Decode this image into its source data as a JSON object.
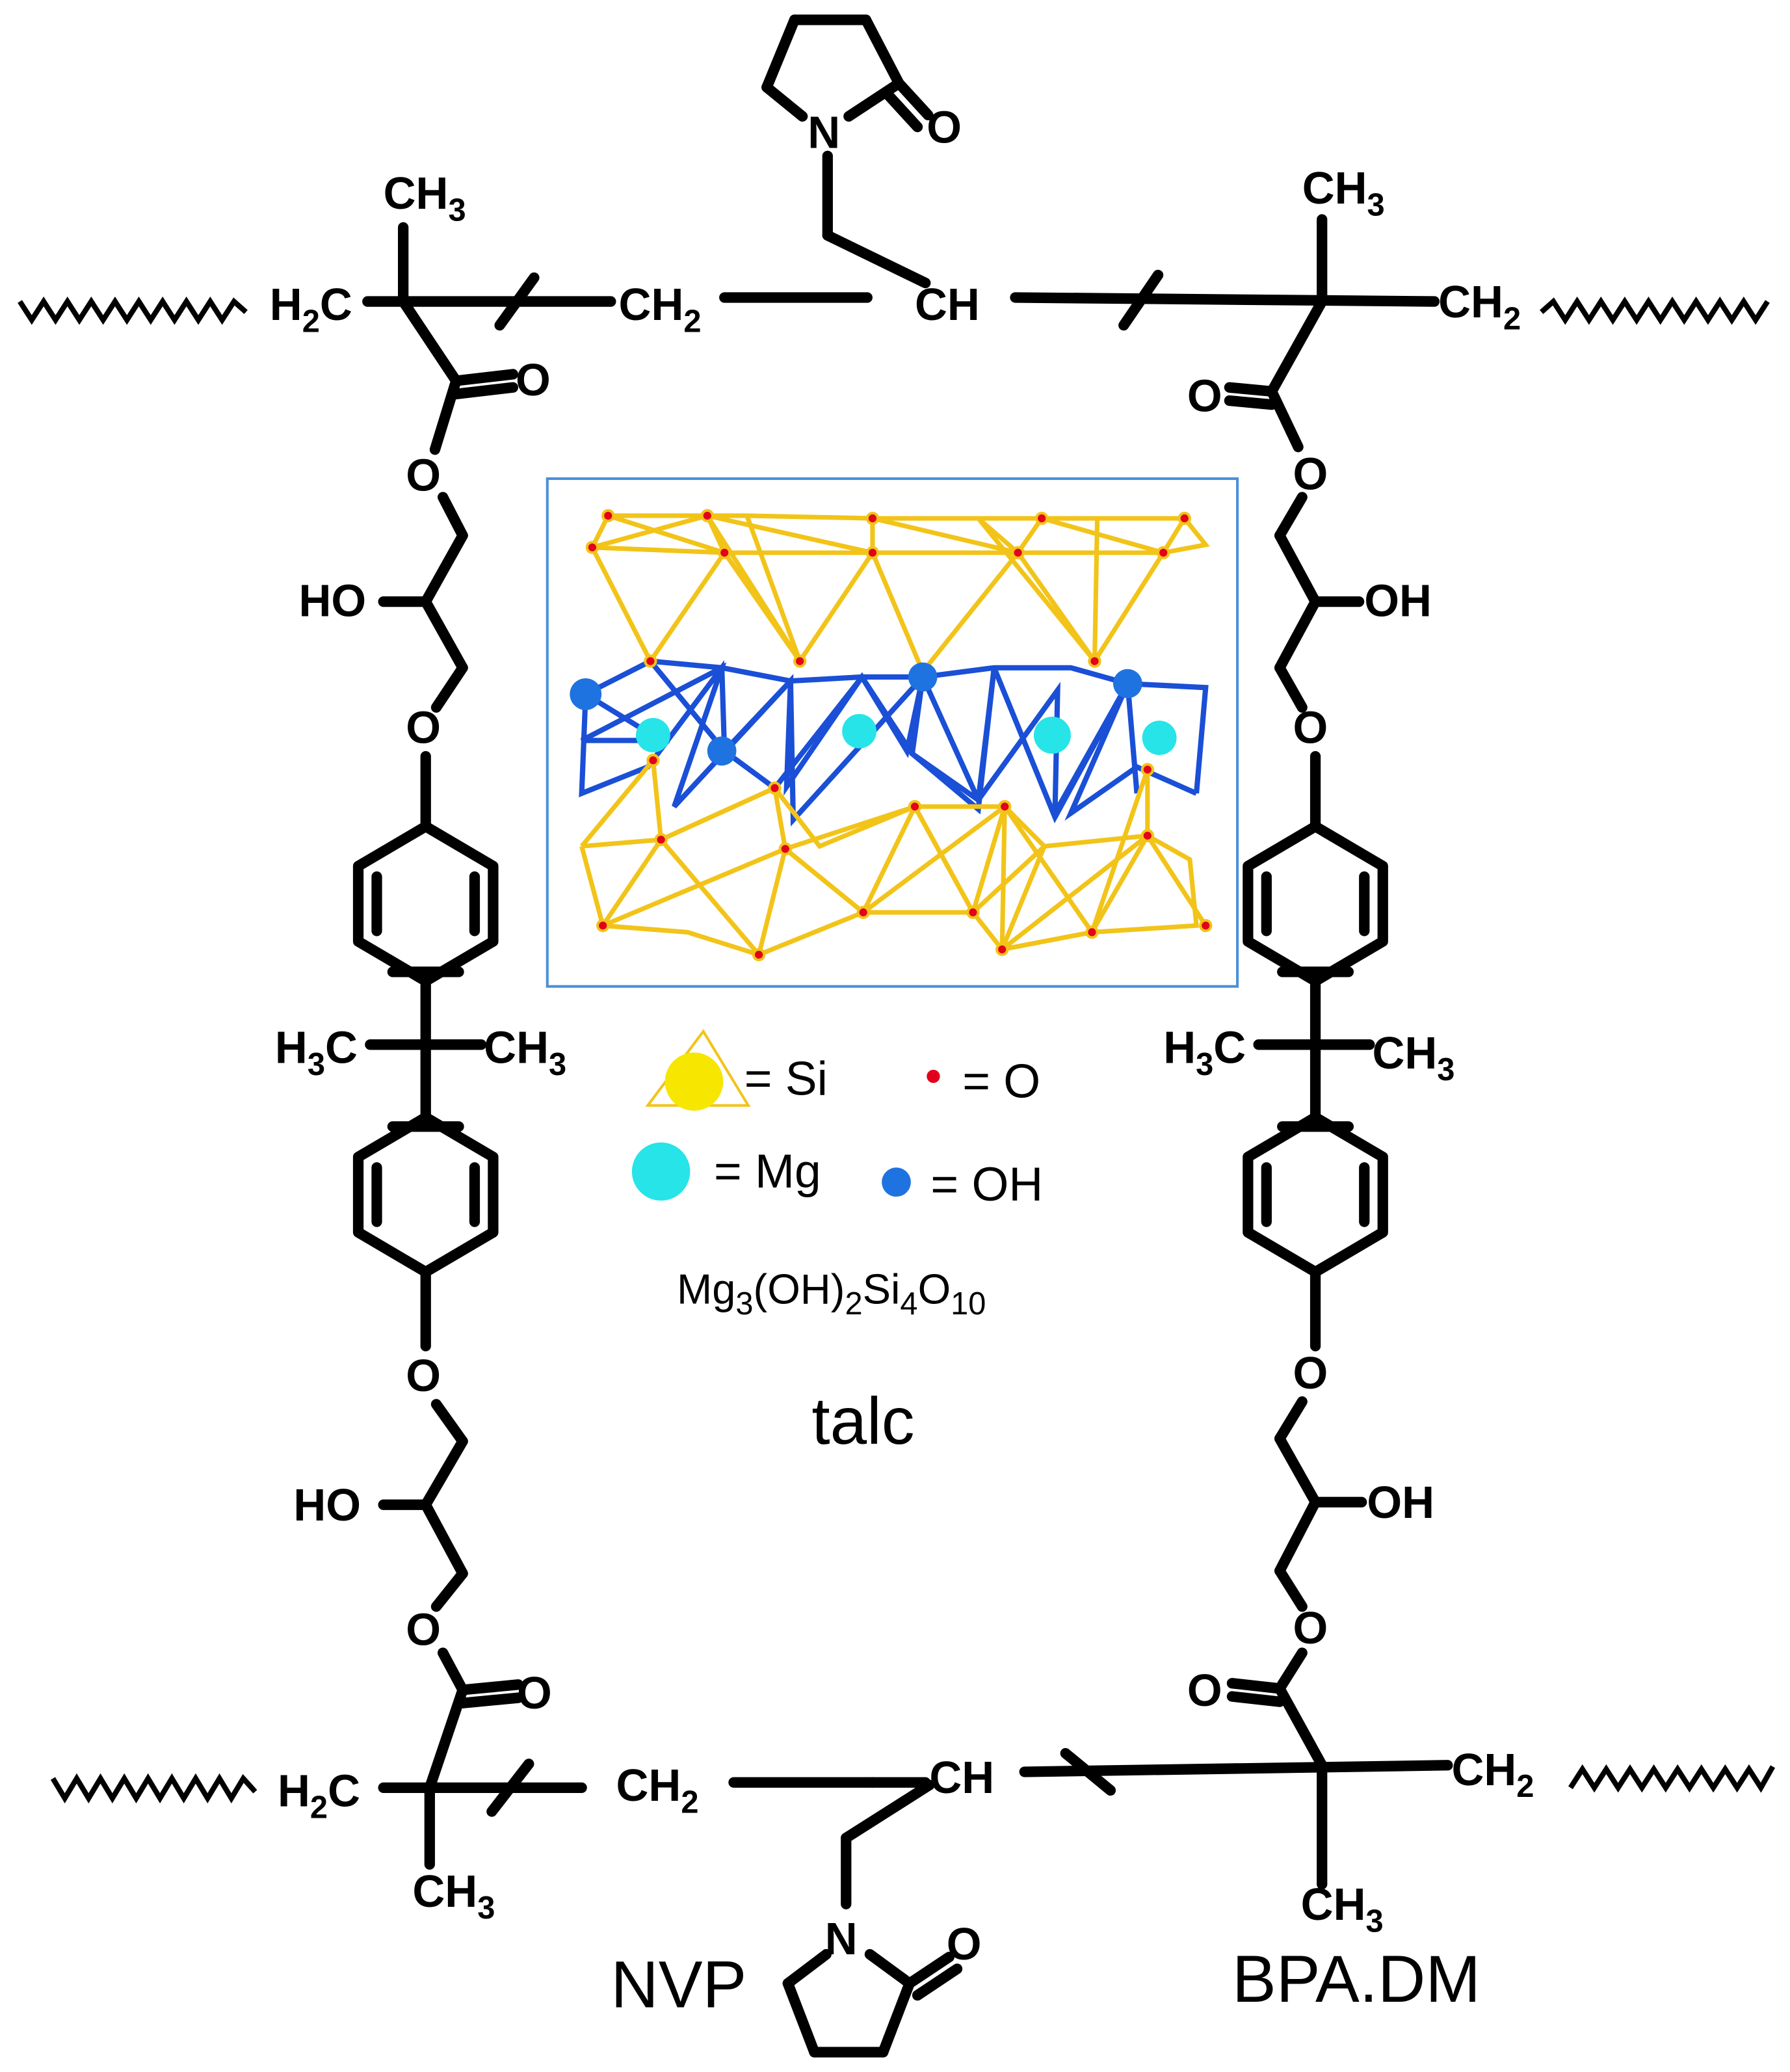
{
  "labels": {
    "ch3": "CH",
    "ch2": "CH",
    "h2c": "H",
    "h3c": "H",
    "ch": "CH",
    "c": "C",
    "o": "O",
    "n": "N",
    "ho": "HO",
    "oh": "OH",
    "sub2": "2",
    "sub3": "3"
  },
  "legend": {
    "si": "= Si",
    "o": "= O",
    "mg": "= Mg",
    "oh": "= OH",
    "formula_mg": "Mg",
    "formula_oh": "(OH)",
    "formula_si": "Si",
    "formula_o": "O",
    "formula_sub3": "3",
    "formula_sub2": "2",
    "formula_sub4": "4",
    "formula_sub10": "10"
  },
  "captions": {
    "talc": "talc",
    "nvp": "NVP",
    "bpadm": "BPA.DM"
  },
  "colors": {
    "si": "#f7e600",
    "si_edge": "#f2c419",
    "o": "#e3001b",
    "mg": "#26e4e8",
    "oh": "#1f73e0",
    "oh_edge": "#1a4fd6",
    "frame": "#4a90d9"
  }
}
